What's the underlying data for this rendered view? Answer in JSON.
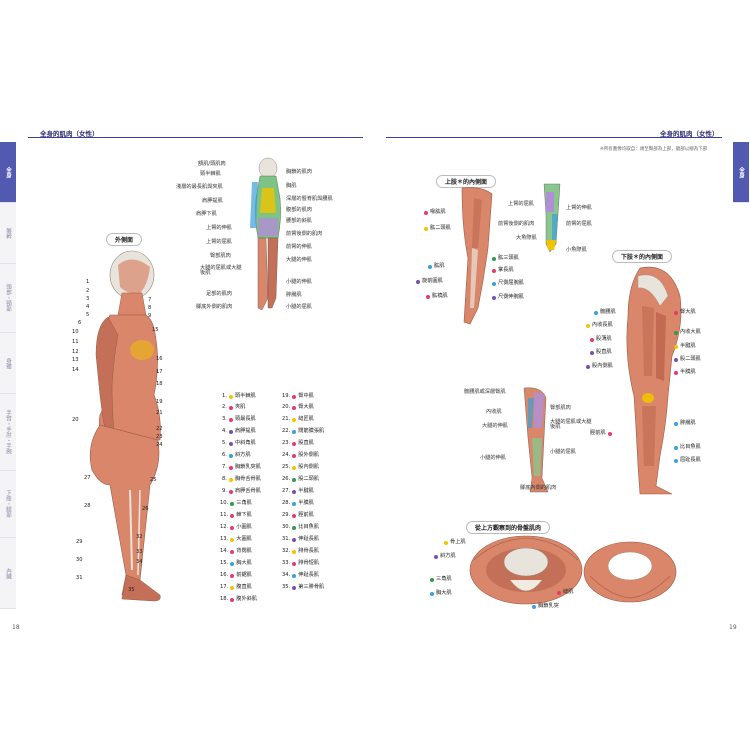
{
  "header": {
    "left_title": "全身的肌肉（女性）",
    "right_title": "全身的肌肉（女性）",
    "note": "※所有圖像均取自：頭至臀部為上部，腿部以腳為下部"
  },
  "colors": {
    "accent": "#5159b0",
    "muscle": "#d9866a",
    "bone": "#e8e4dc"
  },
  "left_tabs": [
    "全身",
    "軀幹",
    "頭部・頸部",
    "身體",
    "手臂・手肘・手腕",
    "下肢・腿部",
    "內臟"
  ],
  "right_tabs": [
    "全身"
  ],
  "page_numbers": {
    "left": "18",
    "right": "19"
  },
  "outer_view": {
    "title": "外側面",
    "numbers": [
      "1",
      "2",
      "3",
      "4",
      "5",
      "6",
      "7",
      "8",
      "9",
      "10",
      "11",
      "12",
      "13",
      "14",
      "15",
      "16",
      "17",
      "18",
      "19",
      "20",
      "21",
      "22",
      "23",
      "24",
      "25",
      "26",
      "27",
      "28",
      "29",
      "30",
      "31",
      "32",
      "33",
      "34",
      "35"
    ]
  },
  "back_view_labels": {
    "left": [
      "額肌/頭肌肉",
      "頸半棘肌",
      "淺層的最長肌與夾肌",
      "肩胛提肌",
      "肩胛下肌",
      "上臂的伸肌",
      "上臂的屈肌",
      "臀部肌肉",
      "大腿的屈肌或大腿後肌",
      "足部的肌肉",
      "腳底外側的肌肉"
    ],
    "right": [
      "胸鎖的肌肉",
      "胸肌",
      "深層的豎脊肌與腰肌",
      "腹部的肌肉",
      "腰部的斜肌",
      "前臂後側的肌肉",
      "前臂的伸肌",
      "大腿的伸肌",
      "小腿的伸肌",
      "腓腸肌",
      "小腿的屈肌"
    ]
  },
  "legend_left": [
    {
      "n": "1.",
      "name": "頭半棘肌",
      "color": "#f2c400"
    },
    {
      "n": "2.",
      "name": "夾肌",
      "color": "#e63a6a"
    },
    {
      "n": "3.",
      "name": "頸最長肌",
      "color": "#e63a6a"
    },
    {
      "n": "4.",
      "name": "肩胛提肌",
      "color": "#7a4fb3"
    },
    {
      "n": "5.",
      "name": "中斜角肌",
      "color": "#7a4fb3"
    },
    {
      "n": "6.",
      "name": "斜方肌",
      "color": "#3aa0d8"
    },
    {
      "n": "7.",
      "name": "胸鎖乳突肌",
      "color": "#e63a6a"
    },
    {
      "n": "8.",
      "name": "胸骨舌骨肌",
      "color": "#f2c400"
    },
    {
      "n": "9.",
      "name": "肩胛舌骨肌",
      "color": "#e63a6a"
    },
    {
      "n": "10.",
      "name": "三角肌",
      "color": "#2f9a4a"
    },
    {
      "n": "11.",
      "name": "棘下肌",
      "color": "#e63a6a"
    },
    {
      "n": "12.",
      "name": "小圓肌",
      "color": "#e63a6a"
    },
    {
      "n": "13.",
      "name": "大圓肌",
      "color": "#f2c400"
    },
    {
      "n": "14.",
      "name": "背闊肌",
      "color": "#e63a6a"
    },
    {
      "n": "15.",
      "name": "胸大肌",
      "color": "#3aa0d8"
    },
    {
      "n": "16.",
      "name": "前鋸肌",
      "color": "#e63a6a"
    },
    {
      "n": "17.",
      "name": "腹直肌",
      "color": "#f2c400"
    },
    {
      "n": "18.",
      "name": "腹外斜肌",
      "color": "#e63a6a"
    }
  ],
  "legend_right": [
    {
      "n": "19.",
      "name": "臀中肌",
      "color": "#e63a6a"
    },
    {
      "n": "20.",
      "name": "臀大肌",
      "color": "#e63a6a"
    },
    {
      "n": "21.",
      "name": "縫匠肌",
      "color": "#f2c400"
    },
    {
      "n": "22.",
      "name": "闊筋膜張肌",
      "color": "#3aa0d8"
    },
    {
      "n": "23.",
      "name": "股直肌",
      "color": "#e63a6a"
    },
    {
      "n": "24.",
      "name": "股外側肌",
      "color": "#e63a6a"
    },
    {
      "n": "25.",
      "name": "股內側肌",
      "color": "#f2c400"
    },
    {
      "n": "26.",
      "name": "股二頭肌",
      "color": "#2f9a4a"
    },
    {
      "n": "27.",
      "name": "半腱肌",
      "color": "#7a4fb3"
    },
    {
      "n": "28.",
      "name": "半膜肌",
      "color": "#3aa0d8"
    },
    {
      "n": "29.",
      "name": "脛前肌",
      "color": "#e63a6a"
    },
    {
      "n": "30.",
      "name": "比目魚肌",
      "color": "#2f9a4a"
    },
    {
      "n": "31.",
      "name": "伸趾長肌",
      "color": "#7a4fb3"
    },
    {
      "n": "32.",
      "name": "腓骨長肌",
      "color": "#f2c400"
    },
    {
      "n": "33.",
      "name": "腓骨短肌",
      "color": "#e63a6a"
    },
    {
      "n": "34.",
      "name": "伸趾長肌",
      "color": "#3aa0d8"
    },
    {
      "n": "35.",
      "name": "第三腓骨肌",
      "color": "#7a4fb3"
    }
  ],
  "upper_limb": {
    "title": "上肢＊的內側面",
    "left_labels": [
      "喙肱肌",
      "肱二頭肌",
      "肱肌",
      "旋前圓肌",
      "肱橈肌"
    ],
    "left_colors": [
      "#e63a6a",
      "#f2c400",
      "#3aa0d8",
      "#7a4fb3",
      "#e63a6a"
    ],
    "right_labels": [
      "肱三頭肌",
      "掌長肌",
      "尺側屈腕肌",
      "尺側伸腕肌"
    ],
    "right_colors": [
      "#2f9a4a",
      "#e63a6a",
      "#3aa0d8",
      "#7a4fb3"
    ],
    "small_labels": [
      "上臂的屈肌",
      "上臂的伸肌",
      "前臂後側的肌肉",
      "前臂的屈肌",
      "大魚際肌",
      "小魚際肌"
    ]
  },
  "lower_limb": {
    "title": "下肢＊的內側面",
    "left_labels": [
      "髂腰肌",
      "內收長肌",
      "股薄肌",
      "股直肌",
      "股內側肌"
    ],
    "left_colors": [
      "#3aa0d8",
      "#f2c400",
      "#e63a6a",
      "#7a4fb3",
      "#7a4fb3"
    ],
    "right_labels": [
      "臀大肌",
      "內收大肌",
      "半腱肌",
      "股二頭肌",
      "半膜肌",
      "腓腸肌",
      "比目魚肌",
      "屈趾長肌"
    ],
    "right_colors": [
      "#e63a6a",
      "#2f9a4a",
      "#f2c400",
      "#7a4fb3",
      "#e63a6a",
      "#3aa0d8",
      "#3aa0d8",
      "#3aa0d8"
    ],
    "bottom_left": "脛前肌",
    "small_labels": [
      "髂腰肌或深層臀肌",
      "內收肌",
      "大腿的伸肌",
      "小腿的伸肌",
      "臀部肌肉",
      "大腿的屈肌或大腿後肌",
      "小腿的屈肌",
      "腳底內側的肌肉"
    ]
  },
  "pelvic_floor": {
    "title": "從上方觀察到的骨盤肌肉",
    "labels": [
      "骨上肌",
      "斜方肌",
      "三角肌",
      "胸大肌",
      "縫肌",
      "胸鎖乳突"
    ],
    "colors": [
      "#f2c400",
      "#7a4fb3",
      "#2f9a4a",
      "#3aa0d8",
      "#e63a6a",
      "#3aa0d8"
    ]
  }
}
